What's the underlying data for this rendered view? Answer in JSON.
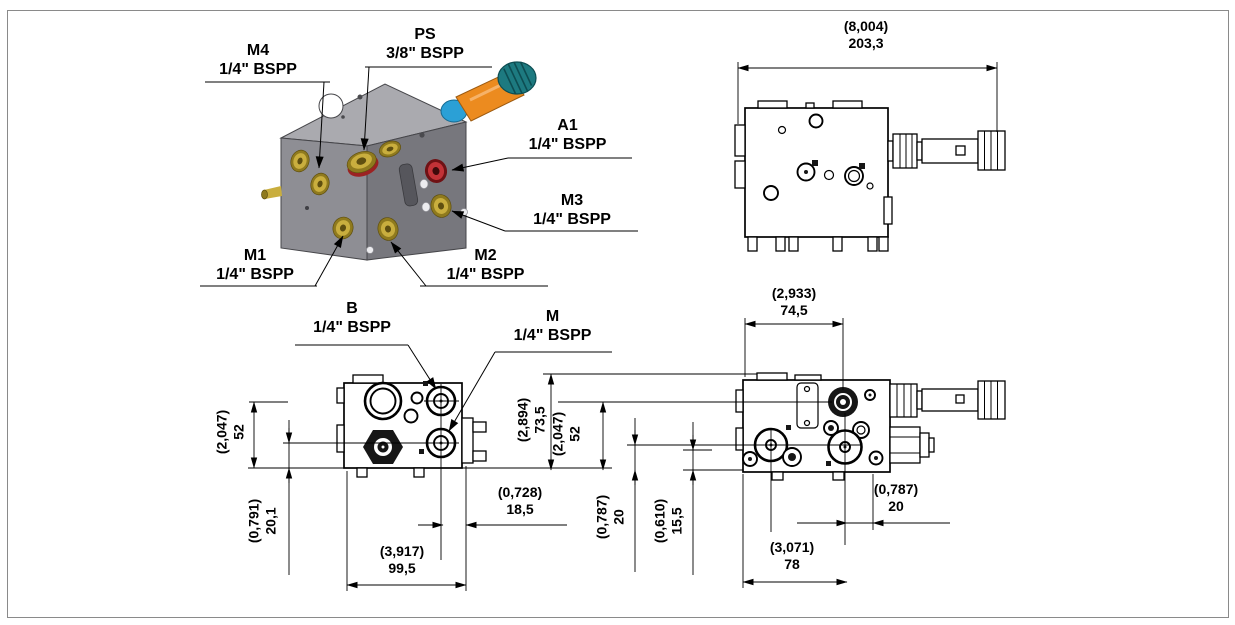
{
  "labels": {
    "m4": {
      "port": "M4",
      "thread": "1/4\" BSPP"
    },
    "ps": {
      "port": "PS",
      "thread": "3/8\" BSPP"
    },
    "a1": {
      "port": "A1",
      "thread": "1/4\" BSPP"
    },
    "m3": {
      "port": "M3",
      "thread": "1/4\" BSPP"
    },
    "m2": {
      "port": "M2",
      "thread": "1/4\" BSPP"
    },
    "m1": {
      "port": "M1",
      "thread": "1/4\" BSPP"
    },
    "b": {
      "port": "B",
      "thread": "1/4\" BSPP"
    },
    "m": {
      "port": "M",
      "thread": "1/4\" BSPP"
    }
  },
  "dims": {
    "overall_width": {
      "inch": "(8,004)",
      "mm": "203,3"
    },
    "rear_top_width": {
      "inch": "(2,933)",
      "mm": "74,5"
    },
    "front_left_height": {
      "inch": "(2,047)",
      "mm": "52"
    },
    "front_left_offset": {
      "inch": "(0,791)",
      "mm": "20,1"
    },
    "front_port_offset": {
      "inch": "(0,728)",
      "mm": "18,5"
    },
    "front_width": {
      "inch": "(3,917)",
      "mm": "99,5"
    },
    "rear_height": {
      "inch": "(2,894)",
      "mm": "73,5"
    },
    "rear_ps_height": {
      "inch": "(2,047)",
      "mm": "52"
    },
    "rear_port_height": {
      "inch": "(0,787)",
      "mm": "20"
    },
    "rear_port_height2": {
      "inch": "(0,610)",
      "mm": "15,5"
    },
    "rear_port_offset": {
      "inch": "(0,787)",
      "mm": "20"
    },
    "rear_width": {
      "inch": "(3,071)",
      "mm": "78"
    }
  },
  "colors": {
    "block_top": "#aaaaaf",
    "block_left": "#8e8e94",
    "block_front": "#77777d",
    "brass": "#c9ae3e",
    "brass_dark": "#8f7a1e",
    "port_red": "#c23237",
    "port_red_dark": "#6f1114",
    "valve_orange": "#ec8b1f",
    "valve_blue": "#2ba0d6",
    "valve_knob_teal": "#1d7a80",
    "line": "#000000"
  }
}
